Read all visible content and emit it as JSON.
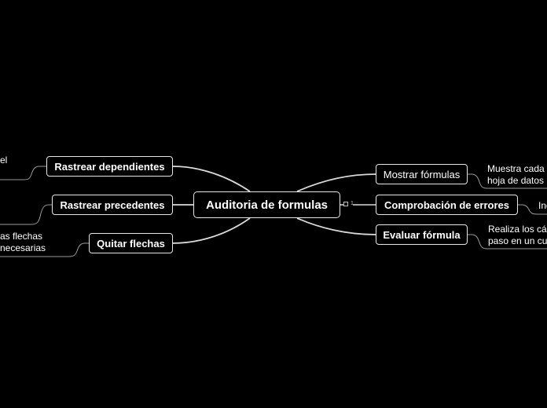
{
  "mindmap": {
    "central": "Auditoria de formulas",
    "collapsed_child_count": "1",
    "left_topics": [
      {
        "label": "Rastrear dependientes",
        "note_lines": [
          "el"
        ]
      },
      {
        "label": "Rastrear precedentes",
        "note_lines": []
      },
      {
        "label": "Quitar flechas",
        "note_lines": [
          "as flechas",
          "necesarias"
        ]
      }
    ],
    "right_topics": [
      {
        "label": "Mostrar fórmulas",
        "note_lines": [
          "Muestra cada",
          "hoja de datos"
        ]
      },
      {
        "label": "Comprobación de errores",
        "note_lines": [
          "Ind"
        ]
      },
      {
        "label": "Evaluar fórmula",
        "note_lines": [
          "Realiza los cá",
          "paso en un cu"
        ]
      }
    ]
  },
  "colors": {
    "background": "#000000",
    "text": "#ffffff",
    "node_border": "#e6e6e6",
    "connector": "#d9d9d9"
  }
}
